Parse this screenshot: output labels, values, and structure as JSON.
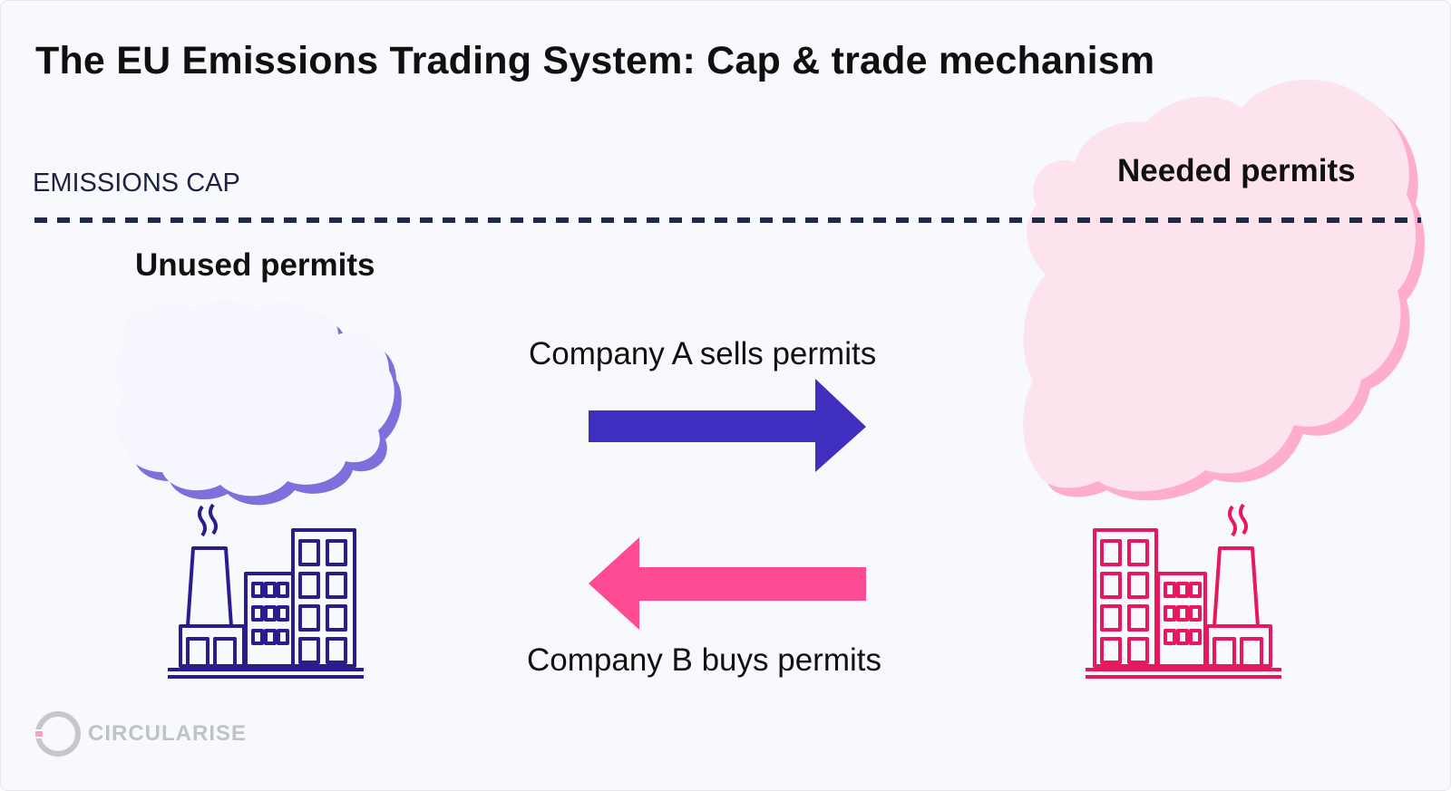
{
  "title": "The EU Emissions Trading System: Cap & trade mechanism",
  "cap_label": "EMISSIONS CAP",
  "unused_label": "Unused permits",
  "needed_label": "Needed permits",
  "sell_label": "Company A sells permits",
  "buy_label": "Company B buys permits",
  "brand": "CIRCULARISE",
  "colors": {
    "company_a": "#3f2fbf",
    "company_a_dark": "#2a1c8f",
    "company_b": "#ff4b93",
    "company_b_dark": "#e8185f",
    "cloud_a_fill": "#f6f6fe",
    "cloud_a_shadow": "#7b70dc",
    "cloud_b_fill": "#fde3ee",
    "cloud_b_shadow": "#ffadce",
    "cap_line": "#1e2a48"
  },
  "icons": [
    "factory-a-icon",
    "factory-b-icon",
    "arrow-right-icon",
    "arrow-left-icon",
    "circularise-logo-icon"
  ]
}
